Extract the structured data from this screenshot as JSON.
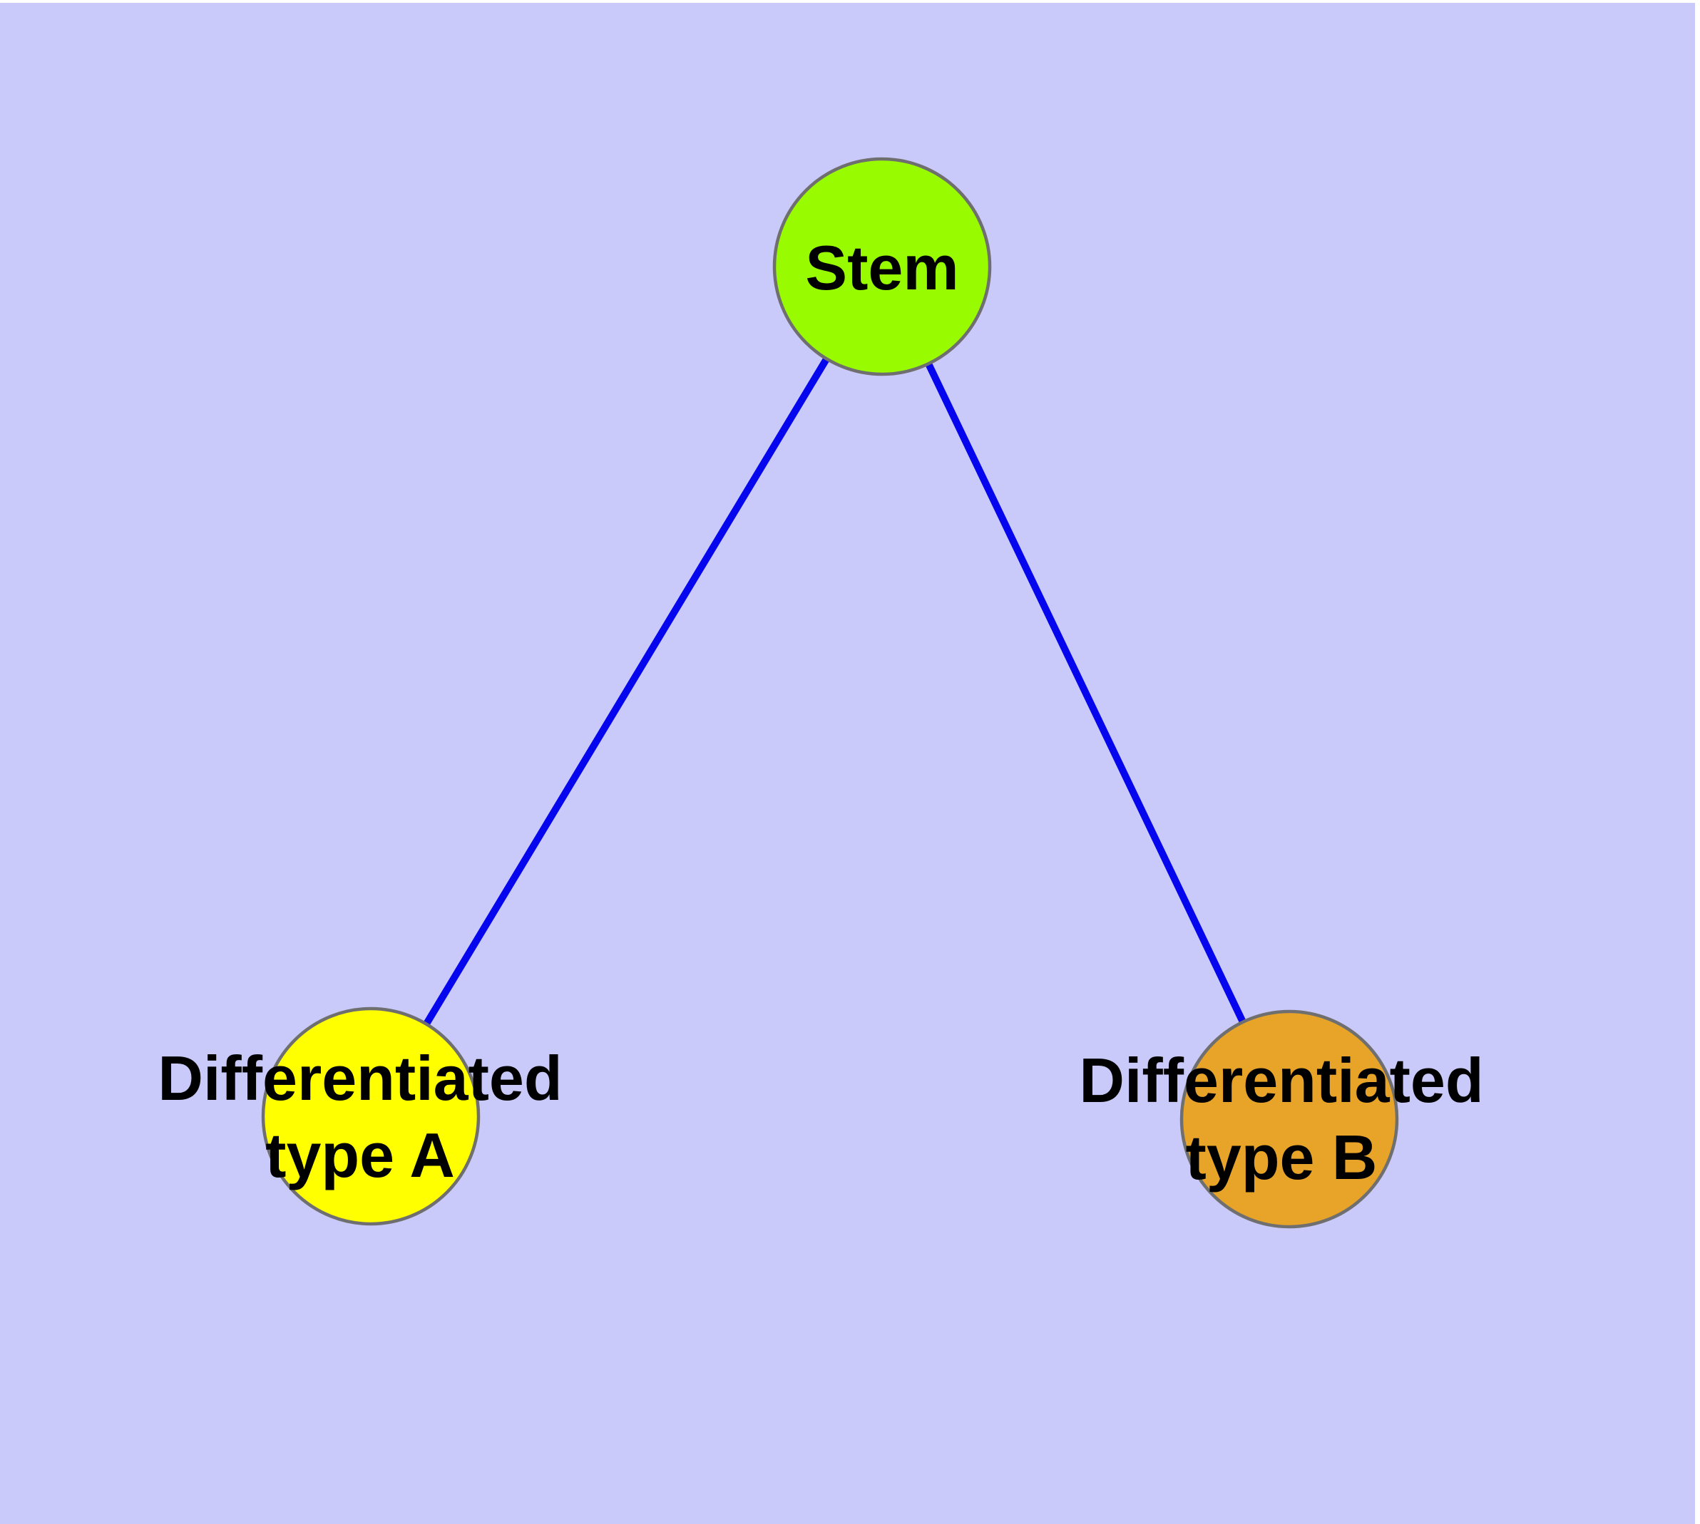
{
  "diagram": {
    "type": "graph",
    "background_color": "#C9C9FA",
    "margin_color": "#FFFFFF",
    "edge_color": "#0505EE",
    "node_border_color": "#6F6F6F",
    "label_color": "#000000",
    "nodes": {
      "stem": {
        "label": "Stem",
        "fill": "#99FB00"
      },
      "diff_a": {
        "label_line1": "Differentiated",
        "label_line2": "type A",
        "fill": "#FFFF00"
      },
      "diff_b": {
        "label_line1": "Differentiated",
        "label_line2": "type B",
        "fill": "#E8A428"
      }
    },
    "edges": [
      {
        "from": "Stem",
        "to": "Differentiated type A"
      },
      {
        "from": "Stem",
        "to": "Differentiated type B"
      }
    ]
  }
}
